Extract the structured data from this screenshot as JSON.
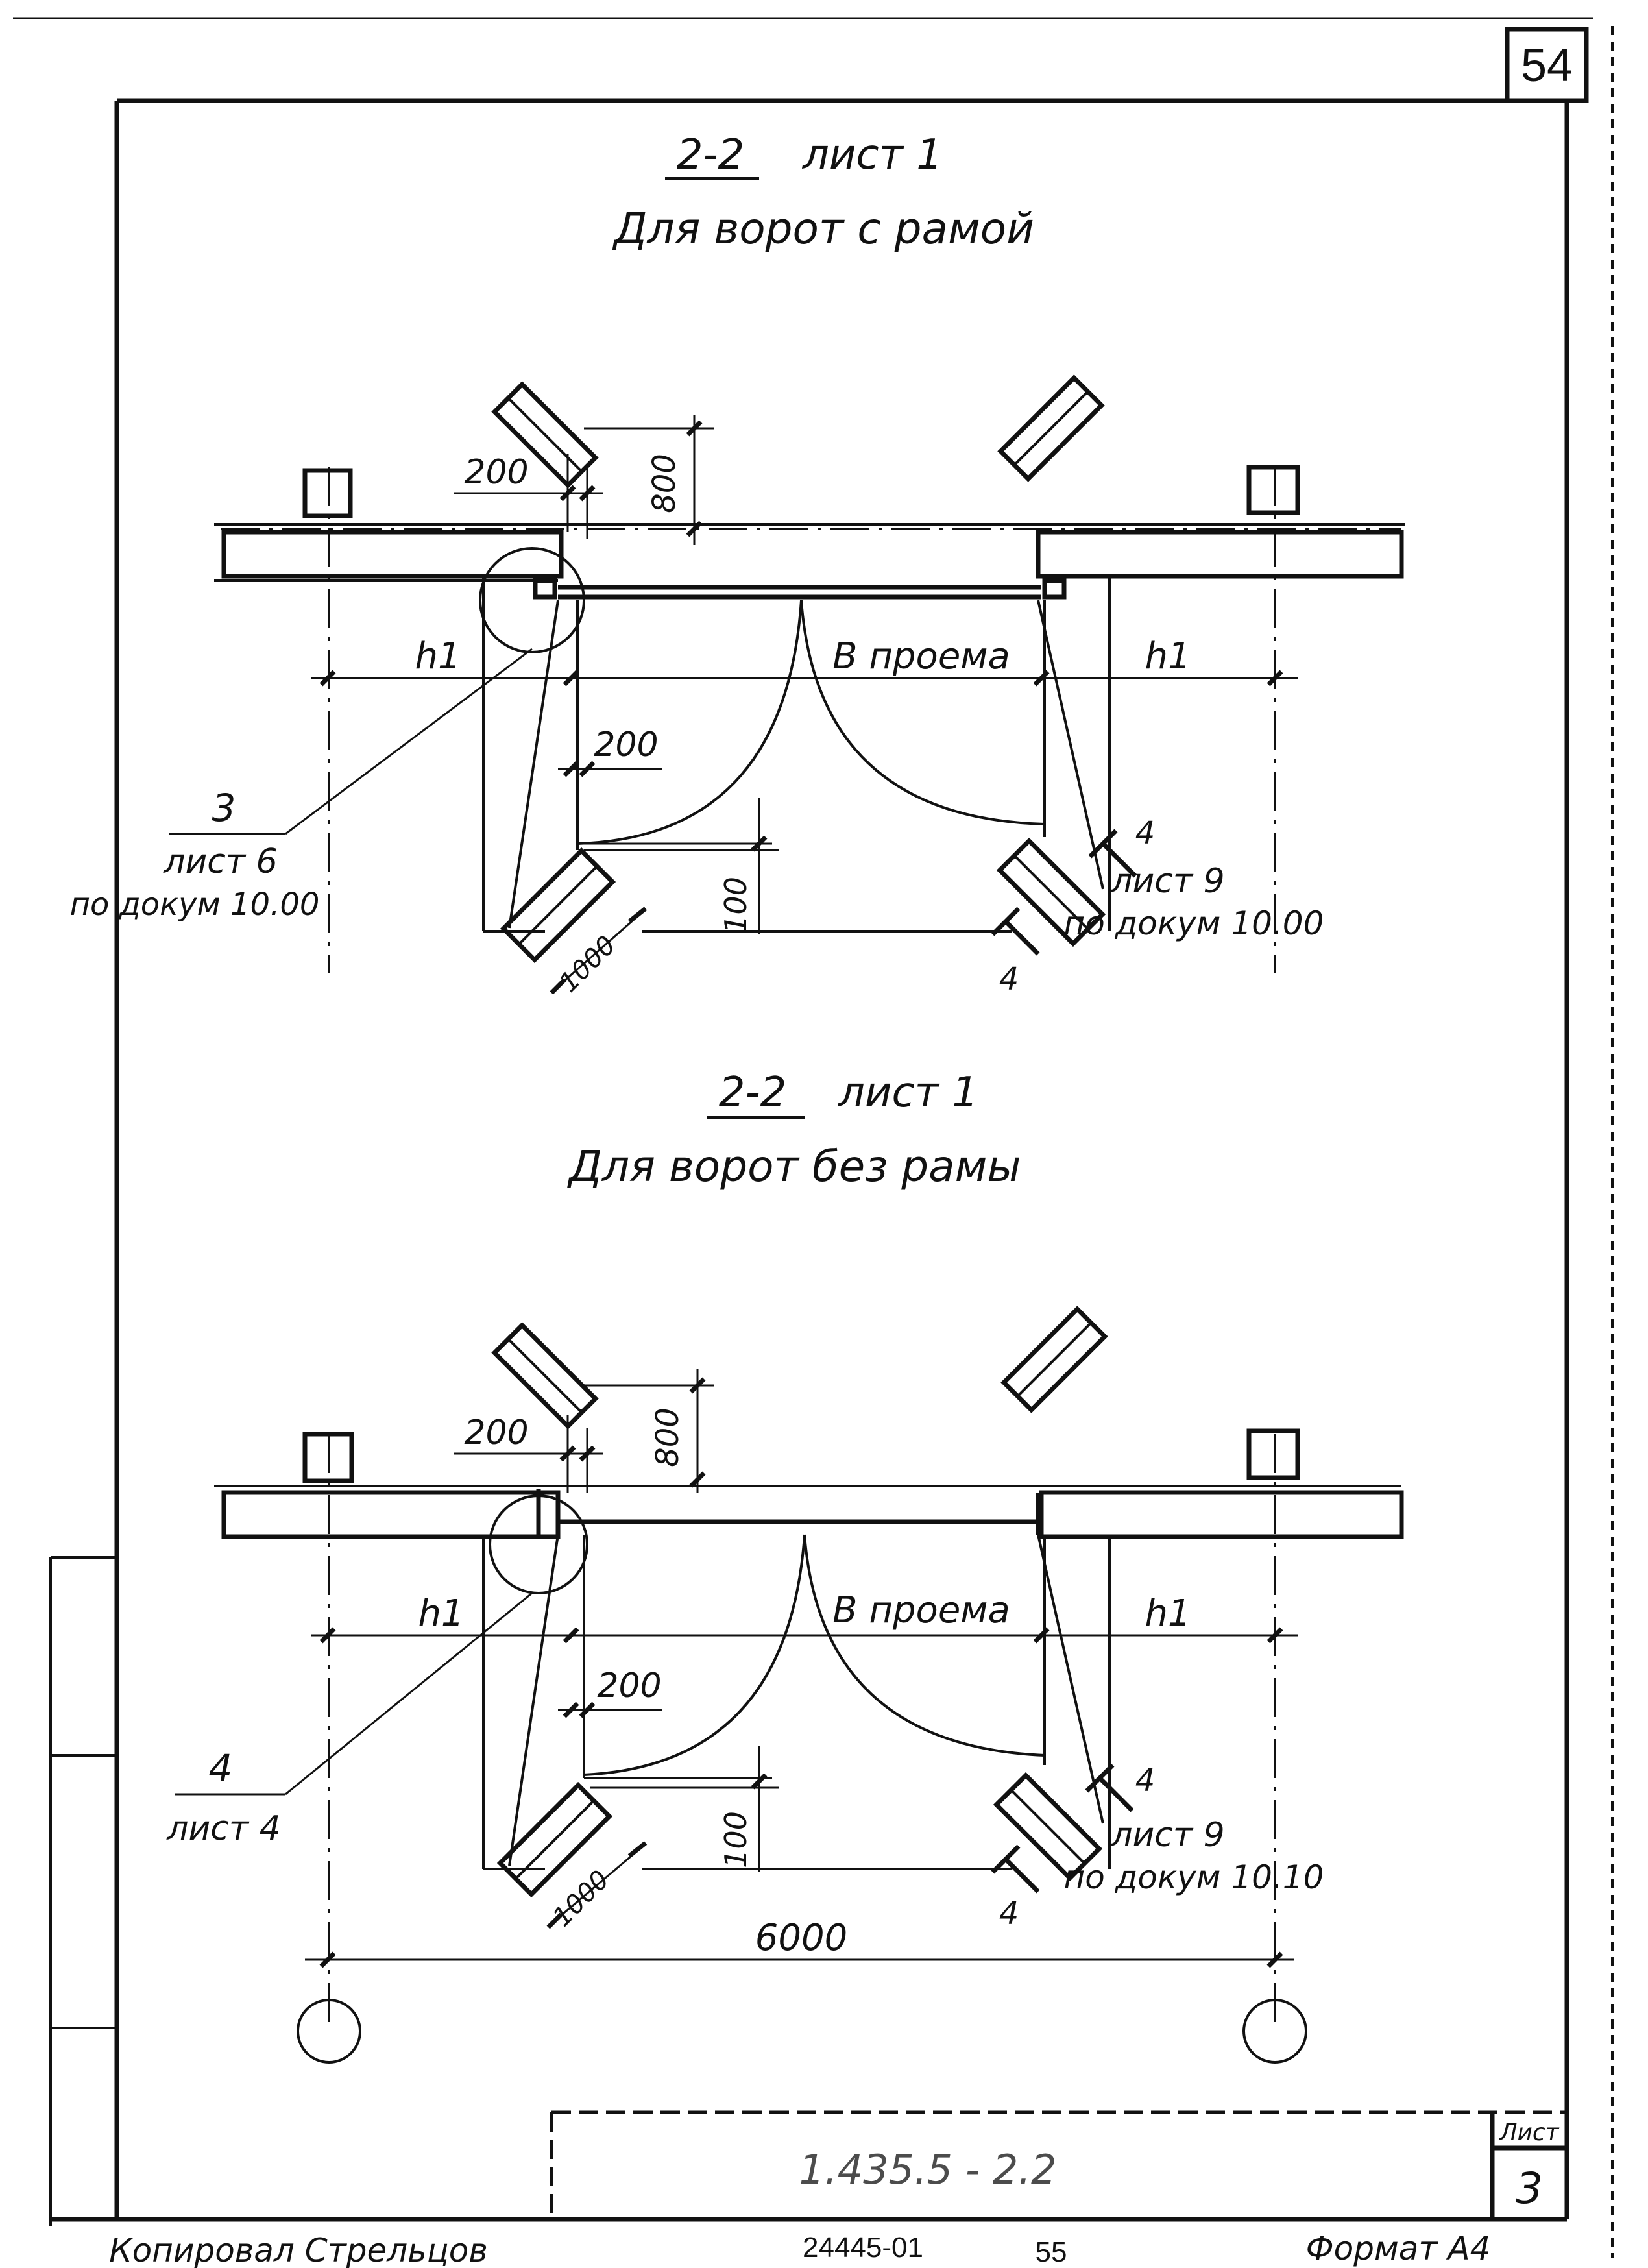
{
  "page_number": "54",
  "top_section": {
    "title_ref": "2-2",
    "title_sheet": "лист 1",
    "subtitle": "Для ворот с рамой",
    "dim_200_top": "200",
    "dim_800": "800",
    "label_h1_left": "h1",
    "label_opening": "B проема",
    "label_h1_right": "h1",
    "dim_200_mid": "200",
    "dim_100": "100",
    "dim_1000": "1000",
    "callout_left_num": "3",
    "callout_left_sheet": "лист 6",
    "callout_left_doc": "по докум 10.00",
    "section_mark_top": "4",
    "section_mark_bottom": "4",
    "callout_right_sheet": "лист 9",
    "callout_right_doc": "по докум 10.00"
  },
  "bottom_section": {
    "title_ref": "2-2",
    "title_sheet": "лист 1",
    "subtitle": "Для ворот без рамы",
    "dim_200_top": "200",
    "dim_800": "800",
    "label_h1_left": "h1",
    "label_opening": "B проема",
    "label_h1_right": "h1",
    "dim_200_mid": "200",
    "dim_100": "100",
    "dim_1000": "1000",
    "callout_left_num": "4",
    "callout_left_sheet": "лист 4",
    "section_mark_top": "4",
    "section_mark_bottom": "4",
    "callout_right_sheet": "лист 9",
    "callout_right_doc": "по докум 10.10",
    "dim_total": "6000"
  },
  "title_block": {
    "doc_code": "1.435.5 - 2.2",
    "sheet_label": "Лист",
    "sheet_number": "3"
  },
  "footer": {
    "copied_by": "Копировал Стрельцов",
    "inventory": "24445-01",
    "page": "55",
    "format": "Формат А4"
  }
}
